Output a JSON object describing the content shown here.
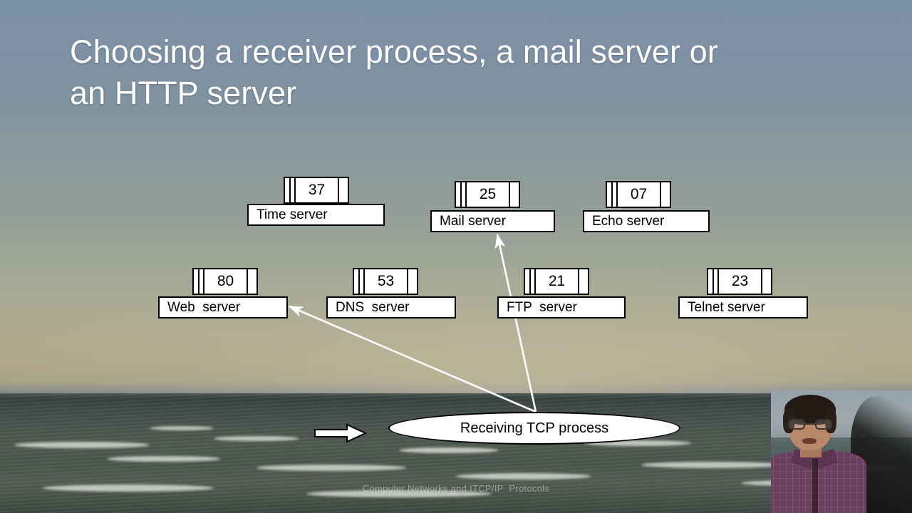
{
  "slide": {
    "title": "Choosing a receiver process, a mail server or\nan HTTP server",
    "footer": "Computer Networks and ITCP/IP  Protocols"
  },
  "nodes": [
    {
      "port": "37",
      "name": "Time server"
    },
    {
      "port": "25",
      "name": "Mail server"
    },
    {
      "port": "07",
      "name": "Echo server"
    },
    {
      "port": "80",
      "name": "Web  server"
    },
    {
      "port": "53",
      "name": "DNS  server"
    },
    {
      "port": "21",
      "name": "FTP  server"
    },
    {
      "port": "23",
      "name": "Telnet server"
    }
  ],
  "process": {
    "label": "Receiving TCP process"
  },
  "colors": {
    "title_text": "#ffffff",
    "box_fill": "#ffffff",
    "box_border": "#000000",
    "connector": "#ffffff",
    "footer_text": "rgba(255,255,255,0.42)"
  }
}
